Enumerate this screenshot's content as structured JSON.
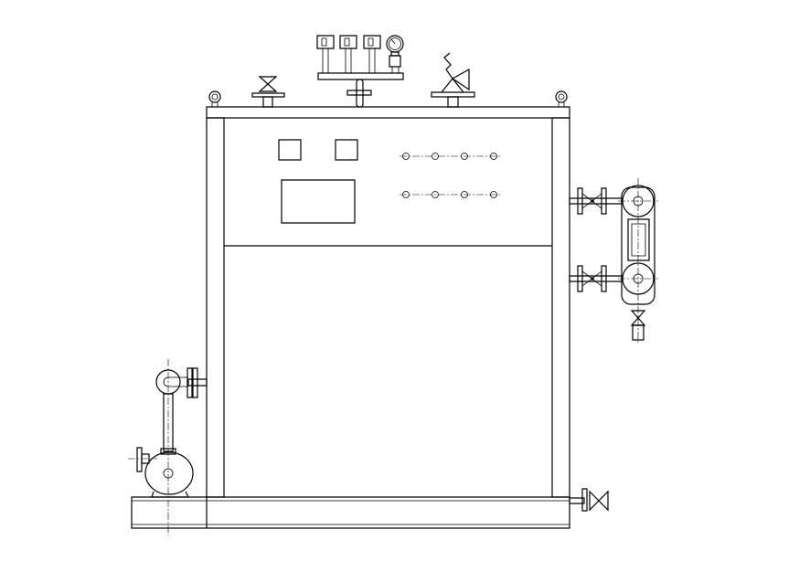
{
  "colors": {
    "background": "#ffffff",
    "line": "#000000"
  },
  "components": {
    "frame": "boiler-frame",
    "control_panel": {
      "indicator_lights_per_row": 4,
      "rows": 2
    },
    "top_fittings": [
      "lifting-lug",
      "stop-valve",
      "instrument-manifold",
      "safety-valve",
      "lifting-lug"
    ],
    "side_fittings": [
      "water-level-gauge",
      "drain-valve",
      "feed-pump"
    ]
  }
}
